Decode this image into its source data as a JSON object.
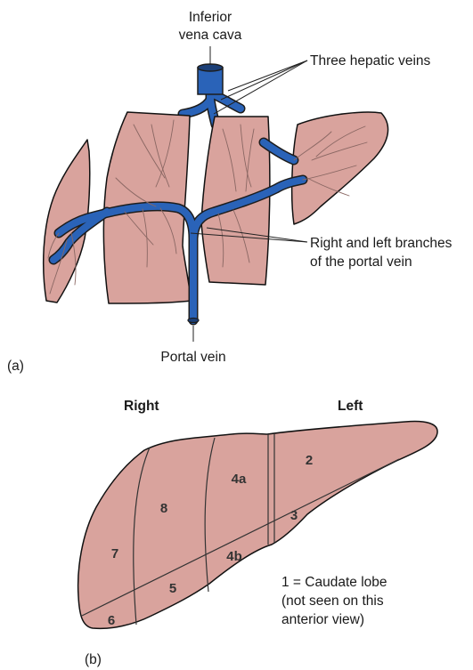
{
  "panel_a": {
    "tag": "(a)",
    "labels": {
      "ivc_line1": "Inferior",
      "ivc_line2": "vena cava",
      "hepatic_veins": "Three hepatic veins",
      "branches_line1": "Right and left branches",
      "branches_line2": "of the portal vein",
      "portal_vein": "Portal vein"
    }
  },
  "panel_b": {
    "tag": "(b)",
    "side_right": "Right",
    "side_left": "Left",
    "segments": {
      "s2": "2",
      "s3": "3",
      "s4a": "4a",
      "s4b": "4b",
      "s5": "5",
      "s6": "6",
      "s7": "7",
      "s8": "8"
    },
    "note_line1": "1 = Caudate lobe",
    "note_line2": "(not seen on this",
    "note_line3": "anterior view)"
  },
  "colors": {
    "liver": "#d9a39d",
    "vein": "#2a63b8",
    "outline": "#111111"
  }
}
